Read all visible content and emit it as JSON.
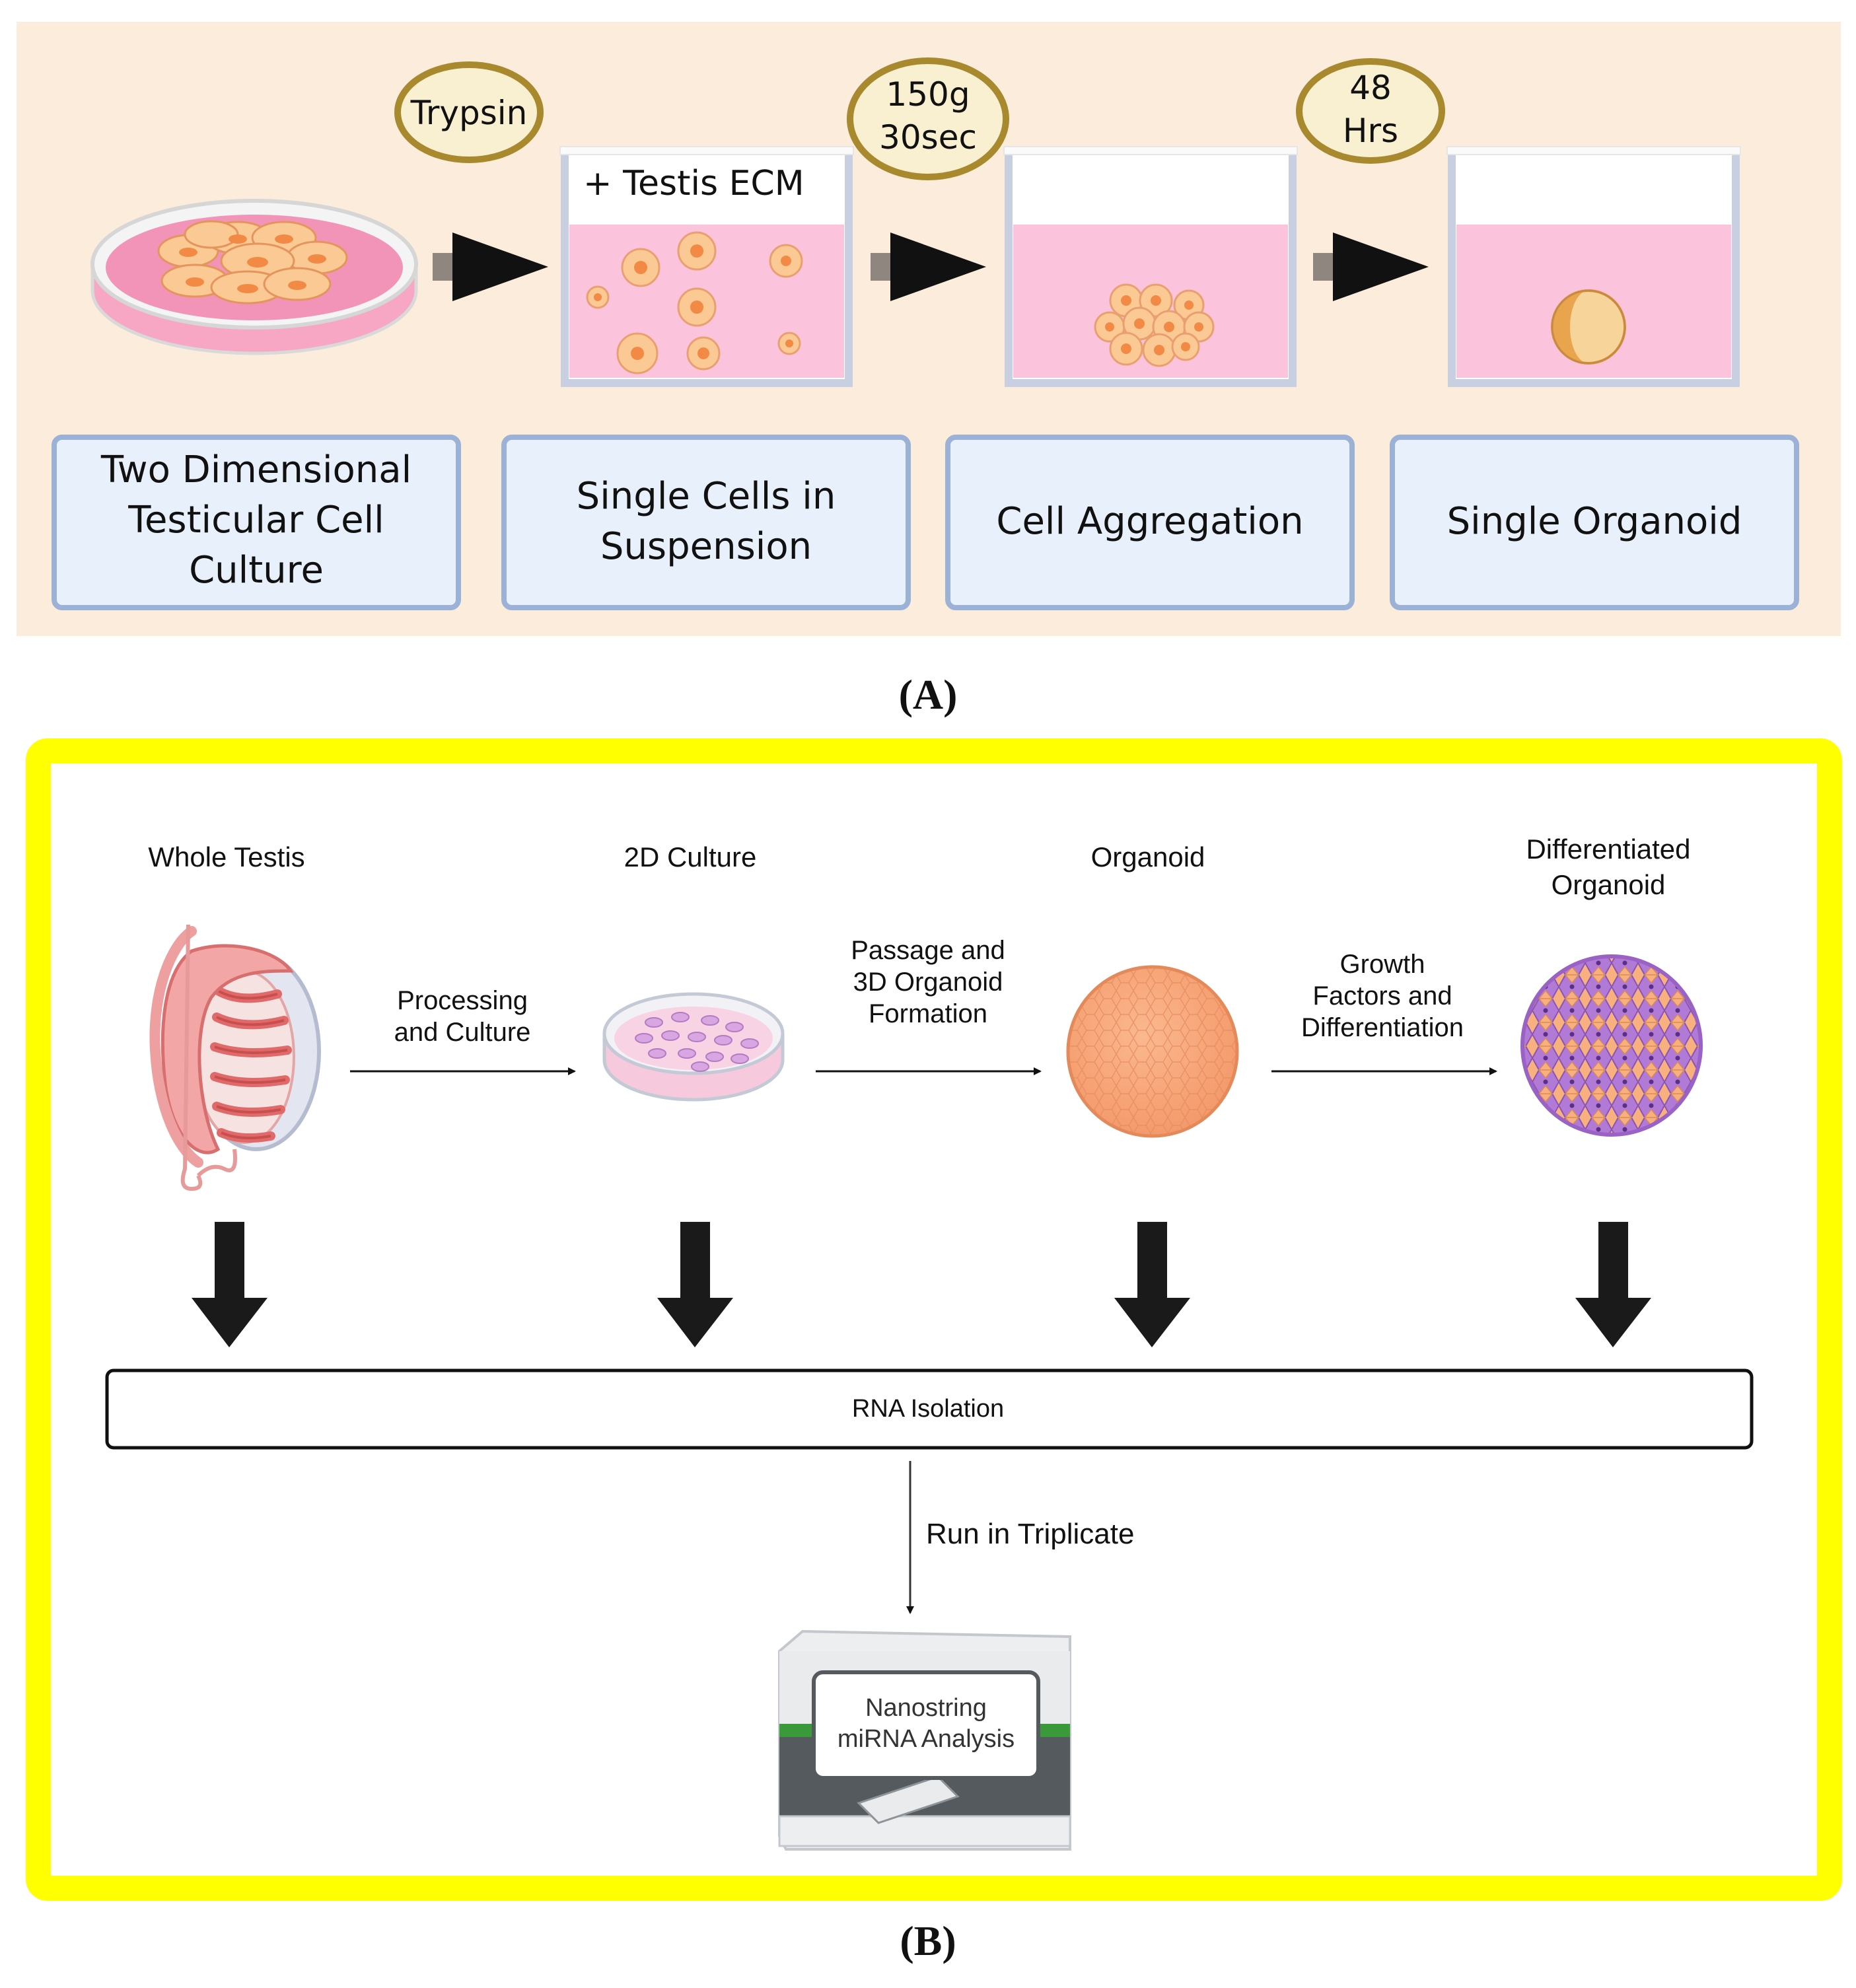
{
  "panel_a": {
    "label": "(A)",
    "colors": {
      "background": "#fcecdc",
      "media_pink": "#fcc4dc",
      "cell_orange": "#fbc994",
      "box_fill": "#e8f1fb",
      "box_border": "#9bb2d6"
    },
    "badges": [
      {
        "lines": [
          "Trypsin"
        ]
      },
      {
        "lines": [
          "150g",
          "30sec"
        ]
      },
      {
        "lines": [
          "48",
          "Hrs"
        ]
      }
    ],
    "beaker_label": "+ Testis ECM",
    "stages": [
      {
        "lines": [
          "Two Dimensional",
          "Testicular Cell",
          "Culture"
        ]
      },
      {
        "lines": [
          "Single Cells in",
          "Suspension"
        ]
      },
      {
        "lines": [
          "Cell Aggregation"
        ]
      },
      {
        "lines": [
          "Single Organoid"
        ]
      }
    ]
  },
  "panel_b": {
    "label": "(B)",
    "colors": {
      "frame": "#ffff00",
      "organoid": "#f9a878",
      "differentiated_purple": "#b07ad6"
    },
    "stages": [
      {
        "lines": [
          "Whole Testis"
        ]
      },
      {
        "lines": [
          "2D Culture"
        ]
      },
      {
        "lines": [
          "Organoid"
        ]
      },
      {
        "lines": [
          "Differentiated",
          "Organoid"
        ]
      }
    ],
    "transitions": [
      {
        "lines": [
          "Processing",
          "and Culture"
        ]
      },
      {
        "lines": [
          "Passage and",
          "3D Organoid",
          "Formation"
        ]
      },
      {
        "lines": [
          "Growth",
          "Factors and",
          "Differentiation"
        ]
      }
    ],
    "rna_box": "RNA Isolation",
    "run_label": "Run in Triplicate",
    "machine_label": [
      "Nanostring",
      "miRNA Analysis"
    ]
  }
}
